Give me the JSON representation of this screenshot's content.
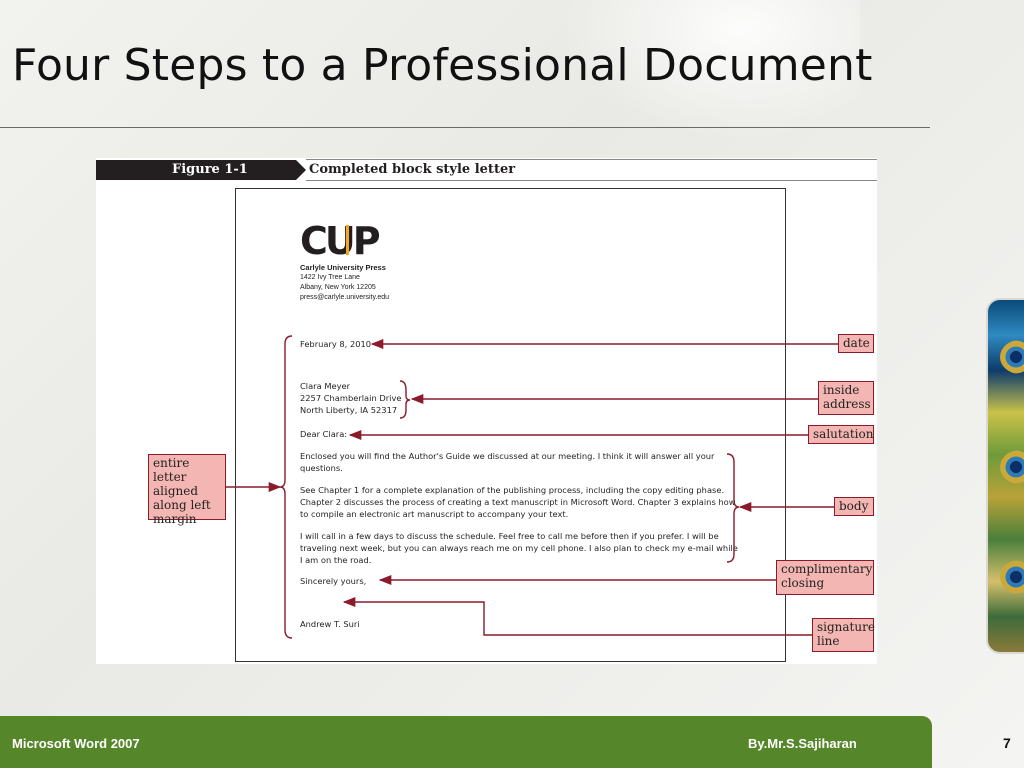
{
  "slide": {
    "title": "Four Steps to a Professional Document",
    "footer_left": "Microsoft Word 2007",
    "footer_author": "By.Mr.S.Sajiharan",
    "page_number": "7"
  },
  "figure": {
    "label": "Figure  1-1",
    "caption": "Completed block style letter"
  },
  "letter": {
    "logo_text": "CUP",
    "sender": {
      "name": "Carlyle University Press",
      "street": "1422 Ivy Tree Lane",
      "city": "Albany, New York 12205",
      "email": "press@carlyle.university.edu"
    },
    "date": "February 8, 2010",
    "inside_address": [
      "Clara Meyer",
      "2257 Chamberlain Drive",
      "North Liberty, IA 52317"
    ],
    "salutation": "Dear Clara:",
    "body": [
      [
        "Enclosed you will find the Author's Guide we discussed at our meeting. I think it will answer all your",
        "questions."
      ],
      [
        "See Chapter 1 for a complete explanation of the publishing process, including the copy editing phase.",
        "Chapter 2 discusses the process of creating a text manuscript in Microsoft Word. Chapter 3 explains how",
        "to compile an electronic art manuscript to accompany your text."
      ],
      [
        "I will call in a few days to discuss the schedule. Feel free to call me before then if you prefer. I will be",
        "traveling next week, but you can always reach me on my cell phone. I also plan to check my e-mail while",
        "I am on the road."
      ]
    ],
    "closing": "Sincerely yours,",
    "signature": "Andrew T. Suri"
  },
  "callouts": {
    "date": "date",
    "inside_address": "inside address",
    "salutation": "salutation",
    "body": "body",
    "complimentary_closing": "complimentary closing",
    "signature_line": "signature line",
    "entire_letter": "entire letter aligned along left margin"
  },
  "colors": {
    "callout_fill": "#f4b6b3",
    "callout_border": "#8b1a2b",
    "footer_bar": "#56862a",
    "logo_dark": "#231f20",
    "logo_accent": "#f5a623"
  }
}
